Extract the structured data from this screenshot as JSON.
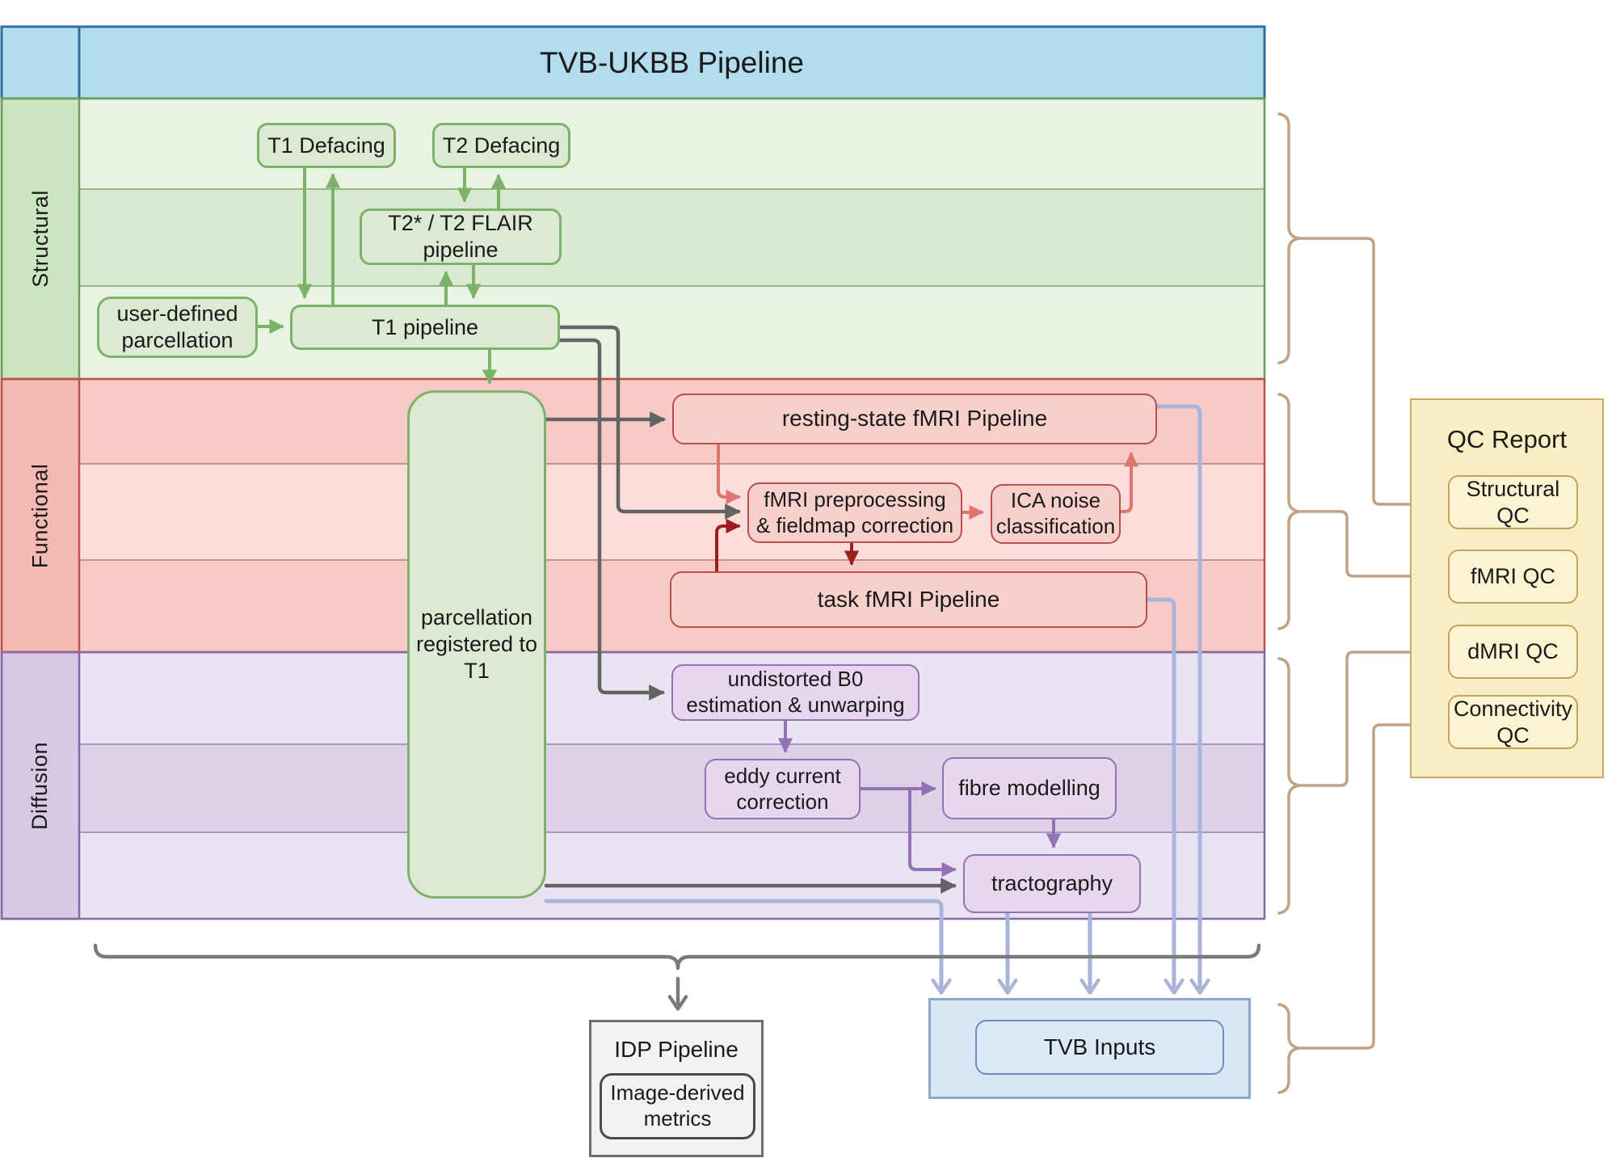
{
  "header": {
    "title": "TVB-UKBB Pipeline"
  },
  "sidebar": {
    "structural": "Structural",
    "functional": "Functional",
    "diffusion": "Diffusion"
  },
  "structural": {
    "t1_defacing": "T1 Defacing",
    "t2_defacing": "T2 Defacing",
    "t2_flair_pipeline": "T2* / T2 FLAIR\npipeline",
    "user_parcellation": "user-defined\nparcellation",
    "t1_pipeline": "T1 pipeline",
    "parcellation_registered": "parcellation\nregistered to\nT1"
  },
  "functional": {
    "resting_state": "resting-state fMRI Pipeline",
    "fmri_preprocessing": "fMRI preprocessing\n& fieldmap correction",
    "ica_noise": "ICA noise\nclassification",
    "task_fmri": "task fMRI Pipeline"
  },
  "diffusion": {
    "undistorted_b0": "undistorted B0\nestimation & unwarping",
    "eddy_current": "eddy current\ncorrection",
    "fibre_modelling": "fibre modelling",
    "tractography": "tractography"
  },
  "qc_report": {
    "title": "QC Report",
    "structural_qc": "Structural\nQC",
    "fmri_qc": "fMRI QC",
    "dmri_qc": "dMRI QC",
    "connectivity_qc": "Connectivity\nQC"
  },
  "outputs": {
    "idp_title": "IDP Pipeline",
    "idp_metrics": "Image-derived\nmetrics",
    "tvb_inputs": "TVB Inputs"
  },
  "colors": {
    "header_fill": "#b3ddef",
    "header_border": "#2e6f9e",
    "struct_side": "#cbe5c1",
    "struct_border": "#6b9e59",
    "struct_band_light": "#e9f3e3",
    "struct_band_dark": "#d9ead1",
    "green_box_fill": "#dcead3",
    "green": "#7db269",
    "func_side": "#f4b9b3",
    "func_border": "#c0504a",
    "func_band_dark": "#f7cac6",
    "func_band_light": "#fbdedb",
    "red_box_fill": "#f7d0cc",
    "red_box_border": "#b9504c",
    "salmon": "#e0756e",
    "dark_red": "#9c1e1e",
    "diff_side": "#d7c8e4",
    "diff_border": "#8668a5",
    "diff_band_light": "#eae3f2",
    "diff_band_dark": "#ded2ea",
    "purple_box_fill": "#e6d7ef",
    "purple": "#9271b5",
    "lavender": "#aab4d9",
    "gray": "#636363",
    "brace_gray": "#7a7a7a",
    "qc_fill": "#faeec5",
    "qc_border": "#c9aa68",
    "qc_box_fill": "#fbf3d2",
    "qc_box_border": "#c3a360",
    "tan": "#bfa287",
    "tvb_outer_fill": "#d8e6f6",
    "tvb_outer_border": "#8fa8c8",
    "tvb_inner_fill": "#dbe9f8",
    "tvb_inner_border": "#6a8fbe",
    "idp_fill": "#f2f2f2",
    "idp_border": "#6e6e6e",
    "idp_inner_border": "#4a4a4a",
    "text": "#1a1a1a"
  }
}
